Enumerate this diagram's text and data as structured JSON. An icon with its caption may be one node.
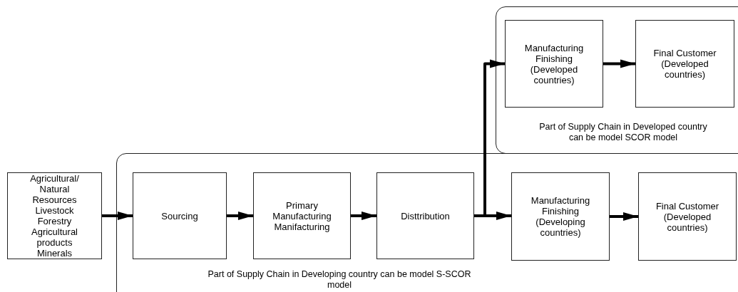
{
  "diagram": {
    "nodes": [
      {
        "text": [
          "Part of Supply Chain in Developed country can be model SCOR model"
        ]
      },
      {
        "text": [
          "Manufacturing Finishing (Developed countries)"
        ],
        "in": 0
      },
      {
        "text": [
          "Final Customer (Developed countries)"
        ],
        "in": 0
      },
      {
        "text": [
          "Agricultural/ Natural Resources Livestock Forestry Agricultural products Minerals"
        ]
      },
      {
        "text": [
          "Part of Supply Chain in Developing country can be model S-SCOR model"
        ]
      },
      {
        "text": [
          "Sourcing"
        ],
        "in": 4
      },
      {
        "text": [
          "Primary Manufacturing Manifacturing"
        ],
        "in": 4
      },
      {
        "text": [
          "Disttribution"
        ],
        "in": 4
      },
      {
        "text": [
          "Manufacturing Finishing (Developing countries)"
        ],
        "in": 4
      },
      {
        "text": [
          "Final Customer (Developed countries)"
        ],
        "in": 4
      }
    ],
    "edges": [
      {
        "from": 3,
        "to": 5,
        "arrow": "to"
      },
      {
        "from": 5,
        "to": 6,
        "arrow": "to"
      },
      {
        "from": 6,
        "to": 7,
        "arrow": "to"
      },
      {
        "from": 7,
        "to": 8,
        "arrow": "to"
      },
      {
        "from": 7,
        "to": 1,
        "arrow": "to"
      },
      {
        "from": 1,
        "to": 2,
        "arrow": "to"
      },
      {
        "from": 8,
        "to": 9,
        "arrow": "to"
      }
    ]
  }
}
